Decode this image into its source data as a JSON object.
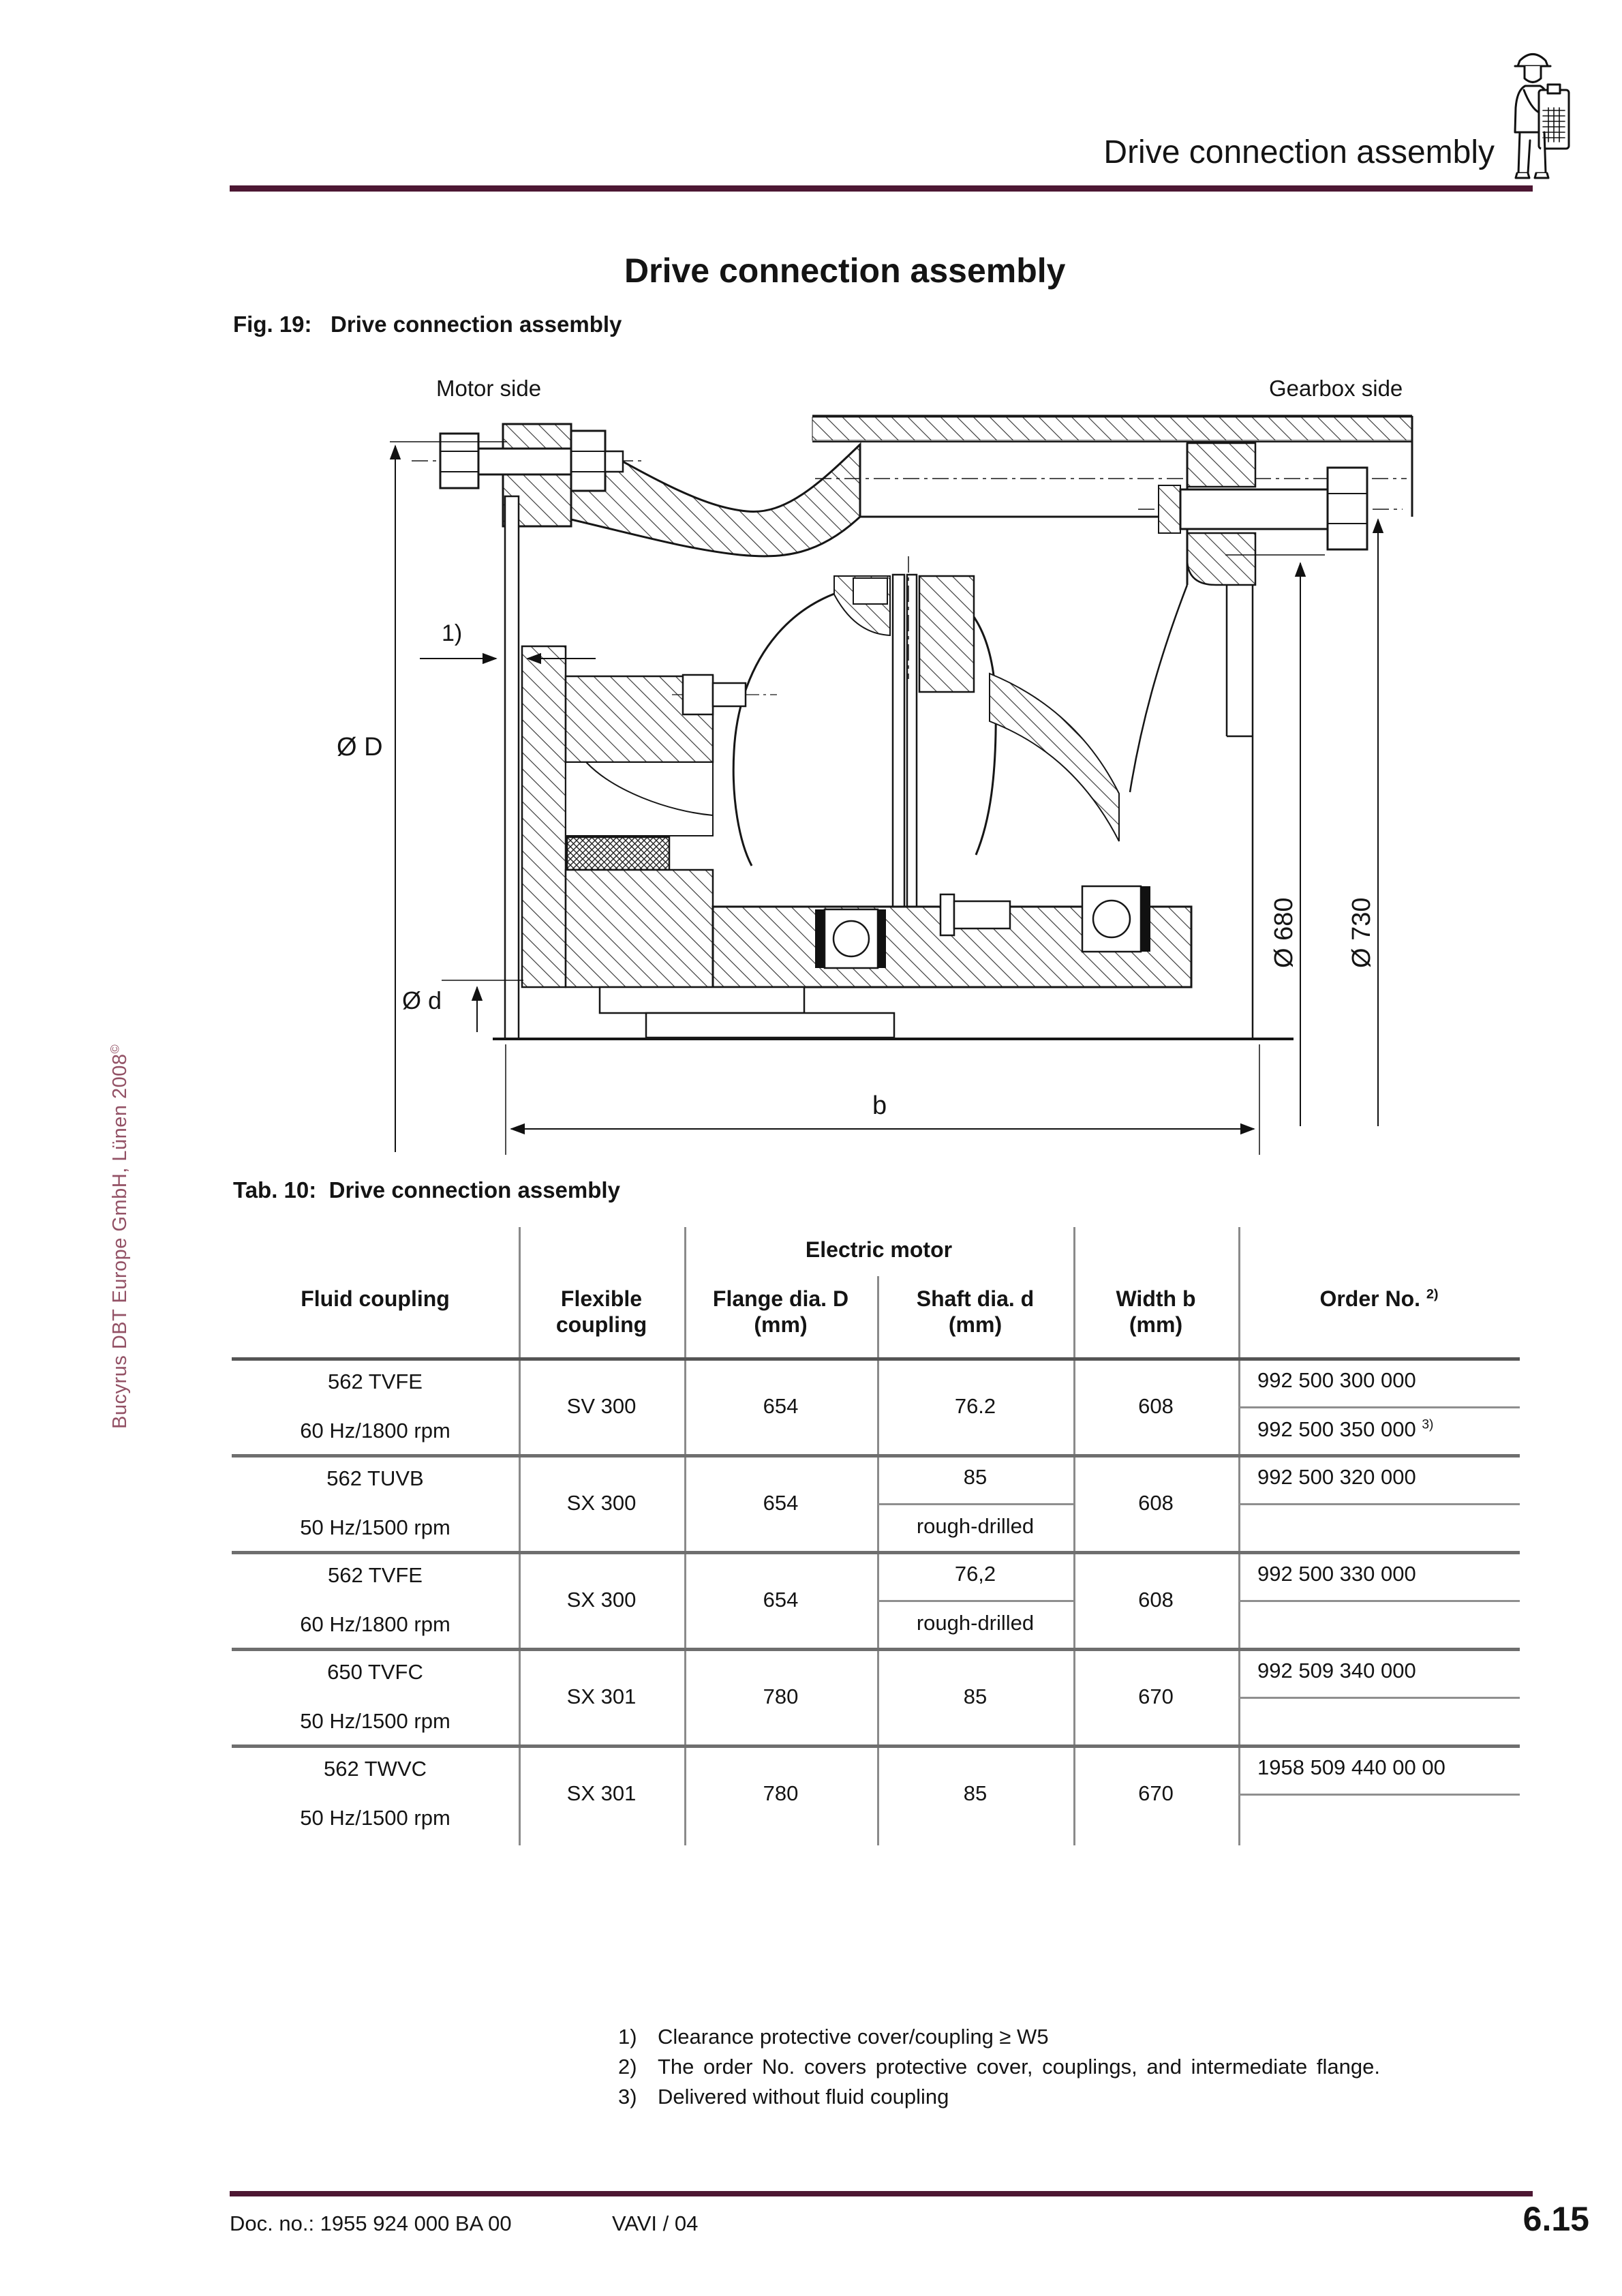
{
  "header": {
    "title": "Drive connection assembly"
  },
  "page_title": "Drive connection assembly",
  "figure": {
    "label": "Fig. 19:",
    "caption": "Drive connection assembly",
    "motor_side": "Motor side",
    "gearbox_side": "Gearbox side",
    "dims": {
      "dia_D": "Ø D",
      "dia_d": "Ø d",
      "dia_680": "Ø 680",
      "dia_730": "Ø 730",
      "width_b": "b",
      "note1": "1)"
    }
  },
  "sidebar": {
    "text": "Bucyrus DBT Europe GmbH, Lünen 2008",
    "sup": "©"
  },
  "table": {
    "label": "Tab. 10:",
    "caption": "Drive connection assembly",
    "group_header": "Electric motor",
    "columns": {
      "fluid": "Fluid coupling",
      "flexible1": "Flexible",
      "flexible2": "coupling",
      "flange1": "Flange dia. D",
      "flange2": "(mm)",
      "shaft1": "Shaft dia. d",
      "shaft2": "(mm)",
      "width1": "Width b",
      "width2": "(mm)",
      "order": "Order No.",
      "order_sup": "2)"
    },
    "rows": [
      {
        "model": "562 TVFE",
        "speed": "60 Hz/1800 rpm",
        "flexible": "SV 300",
        "flange": "654",
        "shaft": "76.2",
        "width": "608",
        "order1": "992 500 300 000",
        "order2": "992 500 350 000",
        "order2_sup": "3)"
      },
      {
        "model": "562 TUVB",
        "speed": "50 Hz/1500 rpm",
        "flexible": "SX 300",
        "flange": "654",
        "shaft": "85",
        "shaft_sub": "rough-drilled",
        "width": "608",
        "order1": "992 500 320 000"
      },
      {
        "model": "562 TVFE",
        "speed": "60 Hz/1800 rpm",
        "flexible": "SX 300",
        "flange": "654",
        "shaft": "76,2",
        "shaft_sub": "rough-drilled",
        "width": "608",
        "order1": "992 500 330 000"
      },
      {
        "model": "650 TVFC",
        "speed": "50 Hz/1500 rpm",
        "flexible": "SX 301",
        "flange": "780",
        "shaft": "85",
        "width": "670",
        "order1": "992 509 340 000"
      },
      {
        "model": "562 TWVC",
        "speed": "50 Hz/1500 rpm",
        "flexible": "SX 301",
        "flange": "780",
        "shaft": "85",
        "width": "670",
        "order1": "1958 509 440 00 00"
      }
    ]
  },
  "footnotes": [
    {
      "num": "1)",
      "text": "Clearance protective cover/coupling ≥ W5"
    },
    {
      "num": "2)",
      "text": "The order No. covers protective cover, couplings, and intermediate flange."
    },
    {
      "num": "3)",
      "text": "Delivered without fluid coupling"
    }
  ],
  "footer": {
    "doc_no": "Doc. no.: 1955 924 000 BA 00",
    "code": "VAVI / 04",
    "page": "6.15"
  }
}
